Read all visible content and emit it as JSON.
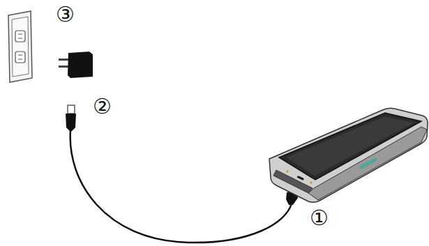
{
  "diagram": {
    "labels": [
      "③",
      "②",
      "①"
    ]
  }
}
